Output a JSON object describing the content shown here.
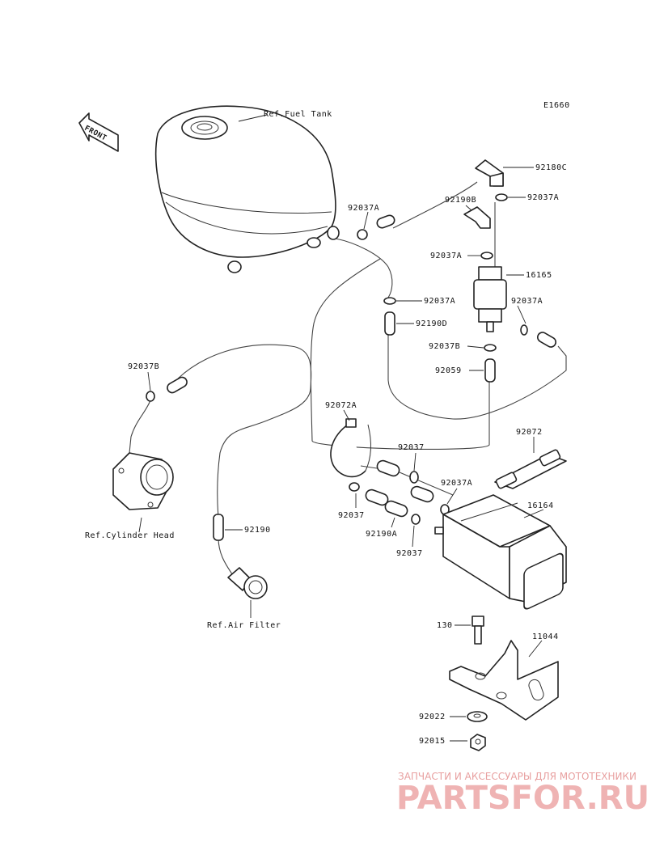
{
  "diagram_code": "E1660",
  "front_label": "FRONT",
  "labels": {
    "fuel_tank": "Ref.Fuel Tank",
    "cylinder_head": "Ref.Cylinder Head",
    "air_filter": "Ref.Air Filter",
    "p92180C": "92180C",
    "p92037A_1": "92037A",
    "p92190B": "92190B",
    "p92037A_2": "92037A",
    "p92037A_3": "92037A",
    "p16165": "16165",
    "p92037A_4": "92037A",
    "p92037A_5": "92037A",
    "p92190D": "92190D",
    "p92037B_1": "92037B",
    "p92059": "92059",
    "p92037B_2": "92037B",
    "p92072A": "92072A",
    "p92072": "92072",
    "p92037_1": "92037",
    "p92037A_6": "92037A",
    "p16164": "16164",
    "p92037_2": "92037",
    "p92190A": "92190A",
    "p92037_3": "92037",
    "p92190": "92190",
    "p130": "130",
    "p11044": "11044",
    "p92022": "92022",
    "p92015": "92015"
  },
  "watermark": {
    "tagline": "ЗАПЧАСТИ И АКСЕССУАРЫ ДЛЯ МОТОТЕХНИКИ",
    "brand": "PARTSFOR.RU"
  }
}
